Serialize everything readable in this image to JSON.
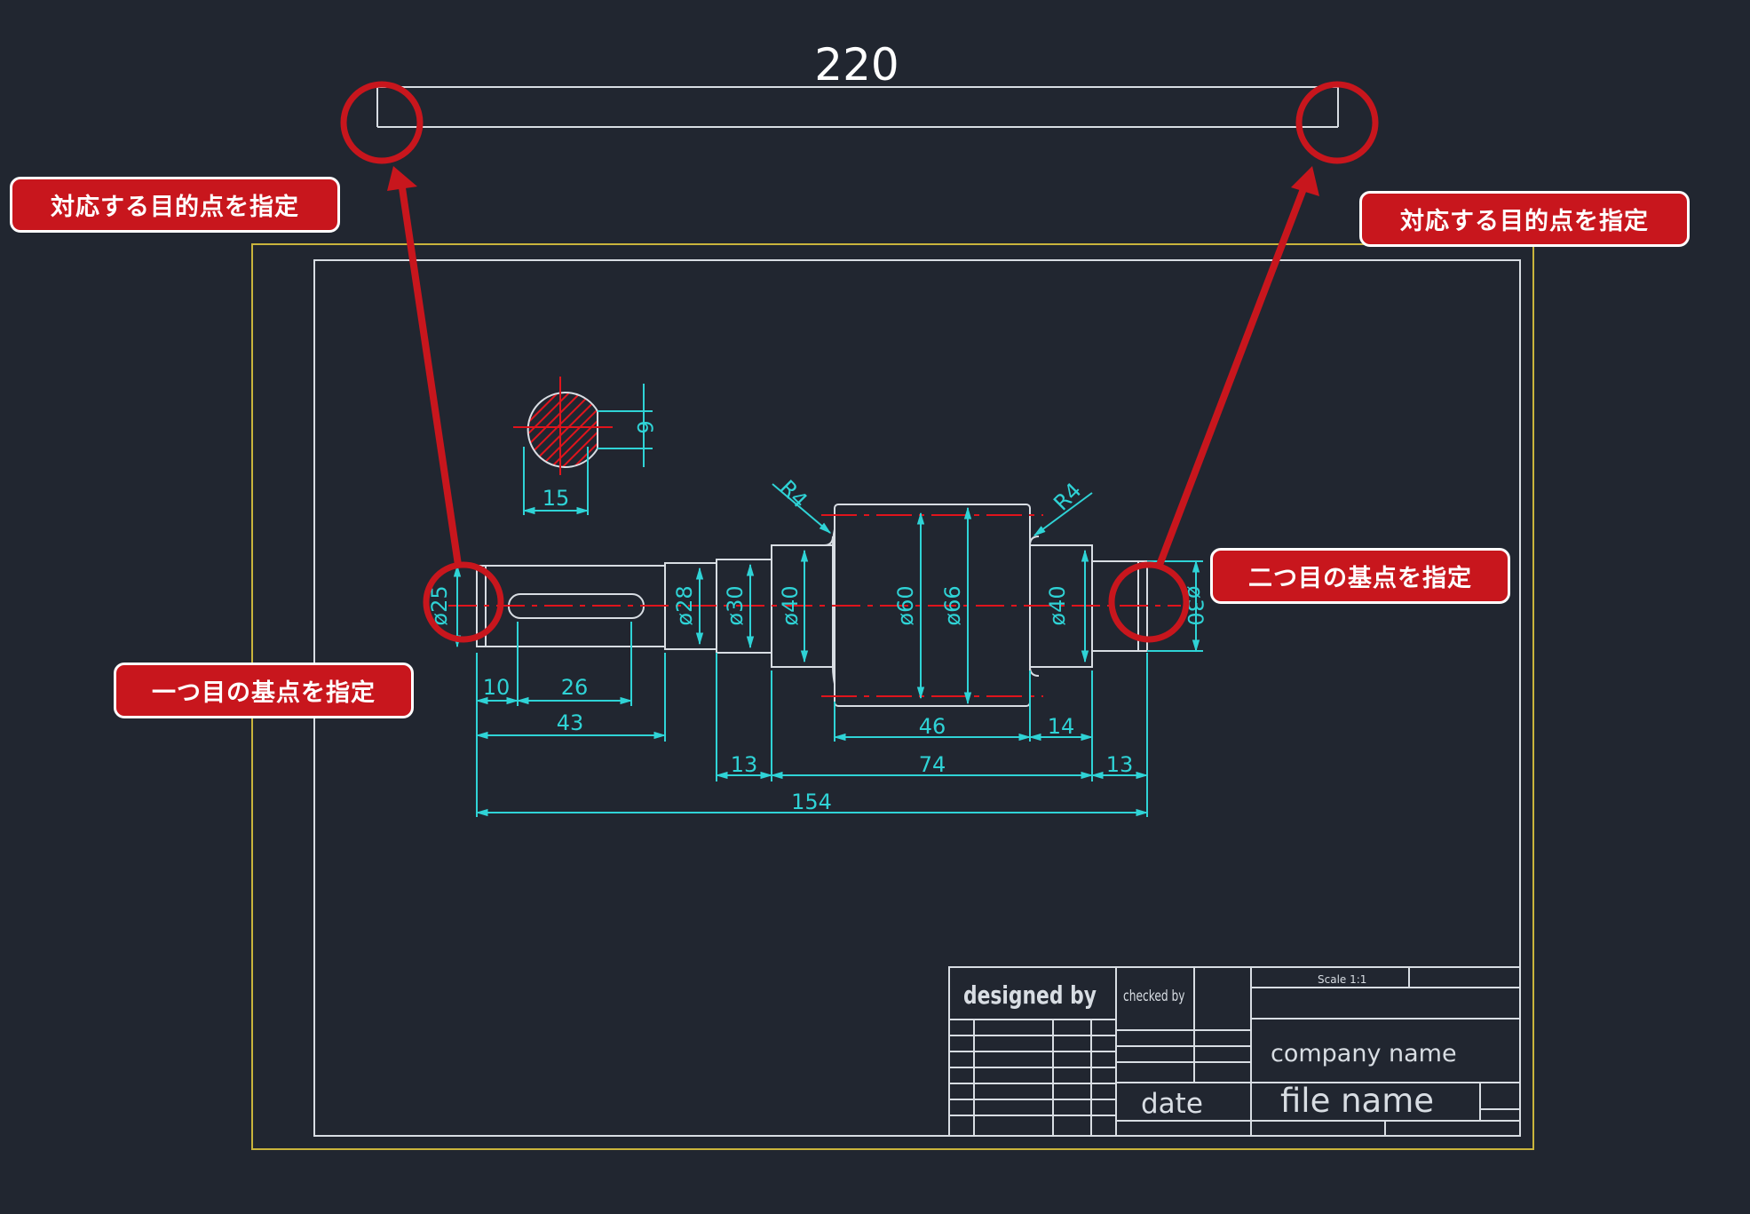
{
  "overall_dimension": "220",
  "callouts": {
    "target_left": "対応する目的点を指定",
    "target_right": "対応する目的点を指定",
    "base_first": "一つ目の基点を指定",
    "base_second": "二つ目の基点を指定"
  },
  "dimensions": {
    "key_width": "15",
    "key_depth": "6",
    "left_dia": "ø25",
    "dia_28": "ø28",
    "dia_30": "ø30",
    "dia_40_left": "ø40",
    "dia_60": "ø60",
    "dia_66": "ø66",
    "dia_40_right": "ø40",
    "right_dia": "ø30",
    "radius_left": "R4",
    "radius_right": "R4",
    "d10": "10",
    "d26": "26",
    "d43": "43",
    "d46": "46",
    "d14": "14",
    "d13_left": "13",
    "d74": "74",
    "d13_right": "13",
    "d154": "154"
  },
  "title_block": {
    "designed_by": "designed by",
    "checked_by": "checked by",
    "scale": "Scale  1:1",
    "company_name": "company name",
    "date": "date",
    "file_name": "file name"
  },
  "colors": {
    "background": "#212630",
    "dimension": "#2fd3d6",
    "geometry": "#d8dde3",
    "centerline": "#e0141c",
    "sheet_border": "#c9b43c",
    "callout": "#c8161d"
  }
}
